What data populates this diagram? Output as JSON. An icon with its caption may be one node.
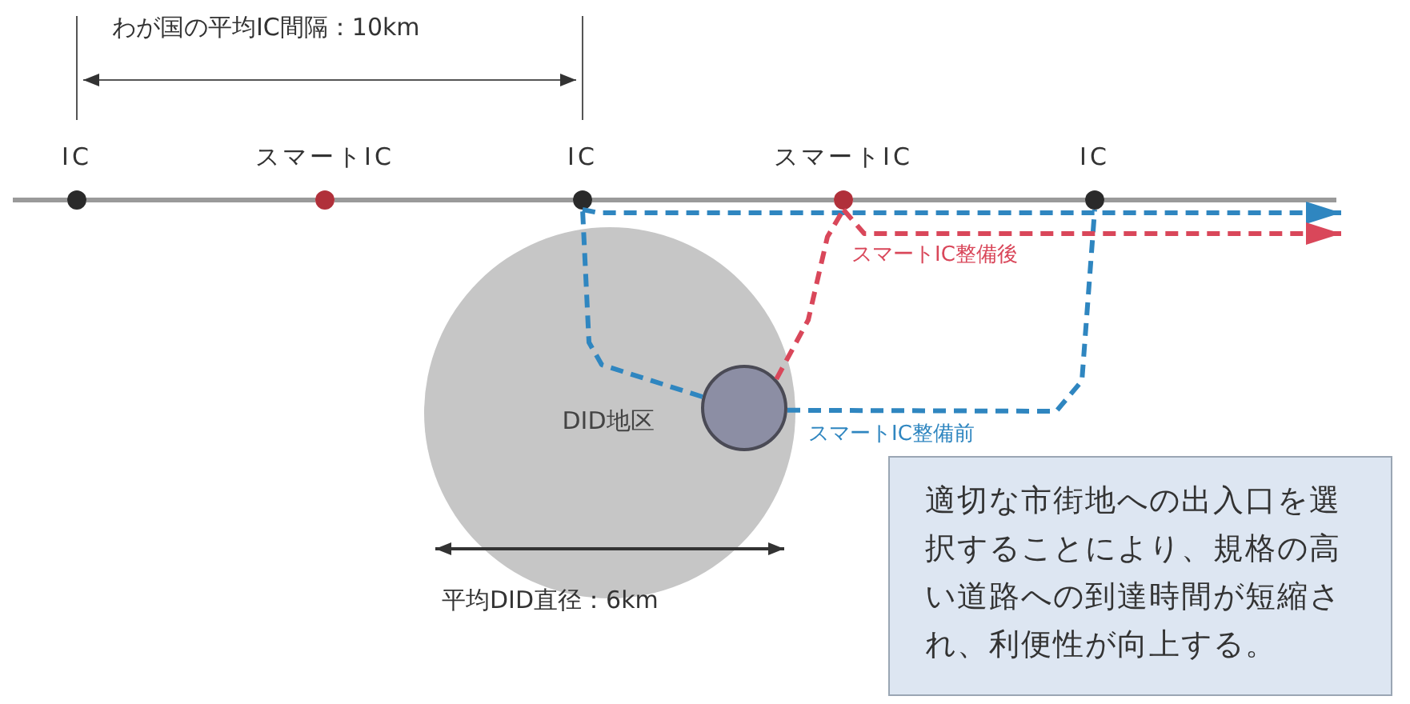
{
  "diagram": {
    "nodes": [
      {
        "text": [
          "IC"
        ]
      },
      {
        "text": [
          "スマートIC"
        ]
      },
      {
        "text": [
          "IC"
        ]
      },
      {
        "text": [
          "スマートIC"
        ]
      },
      {
        "text": [
          "IC"
        ]
      },
      {
        "text": [
          "DID地区"
        ]
      },
      {
        "text": [],
        "shape": "circle",
        "in": 5
      },
      {
        "text": [
          "適切な市街地への出入口を選択することにより、規格の高い道路への到達時間が短縮され、利便性が向上する。"
        ]
      }
    ],
    "edges": [
      {
        "from": 0,
        "to": 1,
        "arrow": "none"
      },
      {
        "from": 1,
        "to": 2,
        "arrow": "none"
      },
      {
        "from": 2,
        "to": 3,
        "arrow": "none"
      },
      {
        "from": 3,
        "to": 4,
        "arrow": "none"
      },
      {
        "from": 6,
        "to": 2,
        "arrow": "none",
        "style": "dashed",
        "color": "#2f86c0"
      },
      {
        "from": 2,
        "to": null,
        "arrow": "to",
        "style": "dashed",
        "color": "#2f86c0"
      },
      {
        "from": 6,
        "to": 4,
        "arrow": "none",
        "style": "dashed",
        "color": "#2f86c0",
        "label": "スマートIC整備前"
      },
      {
        "from": 6,
        "to": 3,
        "arrow": "none",
        "style": "dashed",
        "color": "#d9475a",
        "label": "スマートIC整備後"
      },
      {
        "from": 3,
        "to": null,
        "arrow": "to",
        "style": "dashed",
        "color": "#d9475a"
      }
    ],
    "labels": [
      "わが国の平均IC間隔：10km",
      "平均DID直径：6km"
    ]
  }
}
